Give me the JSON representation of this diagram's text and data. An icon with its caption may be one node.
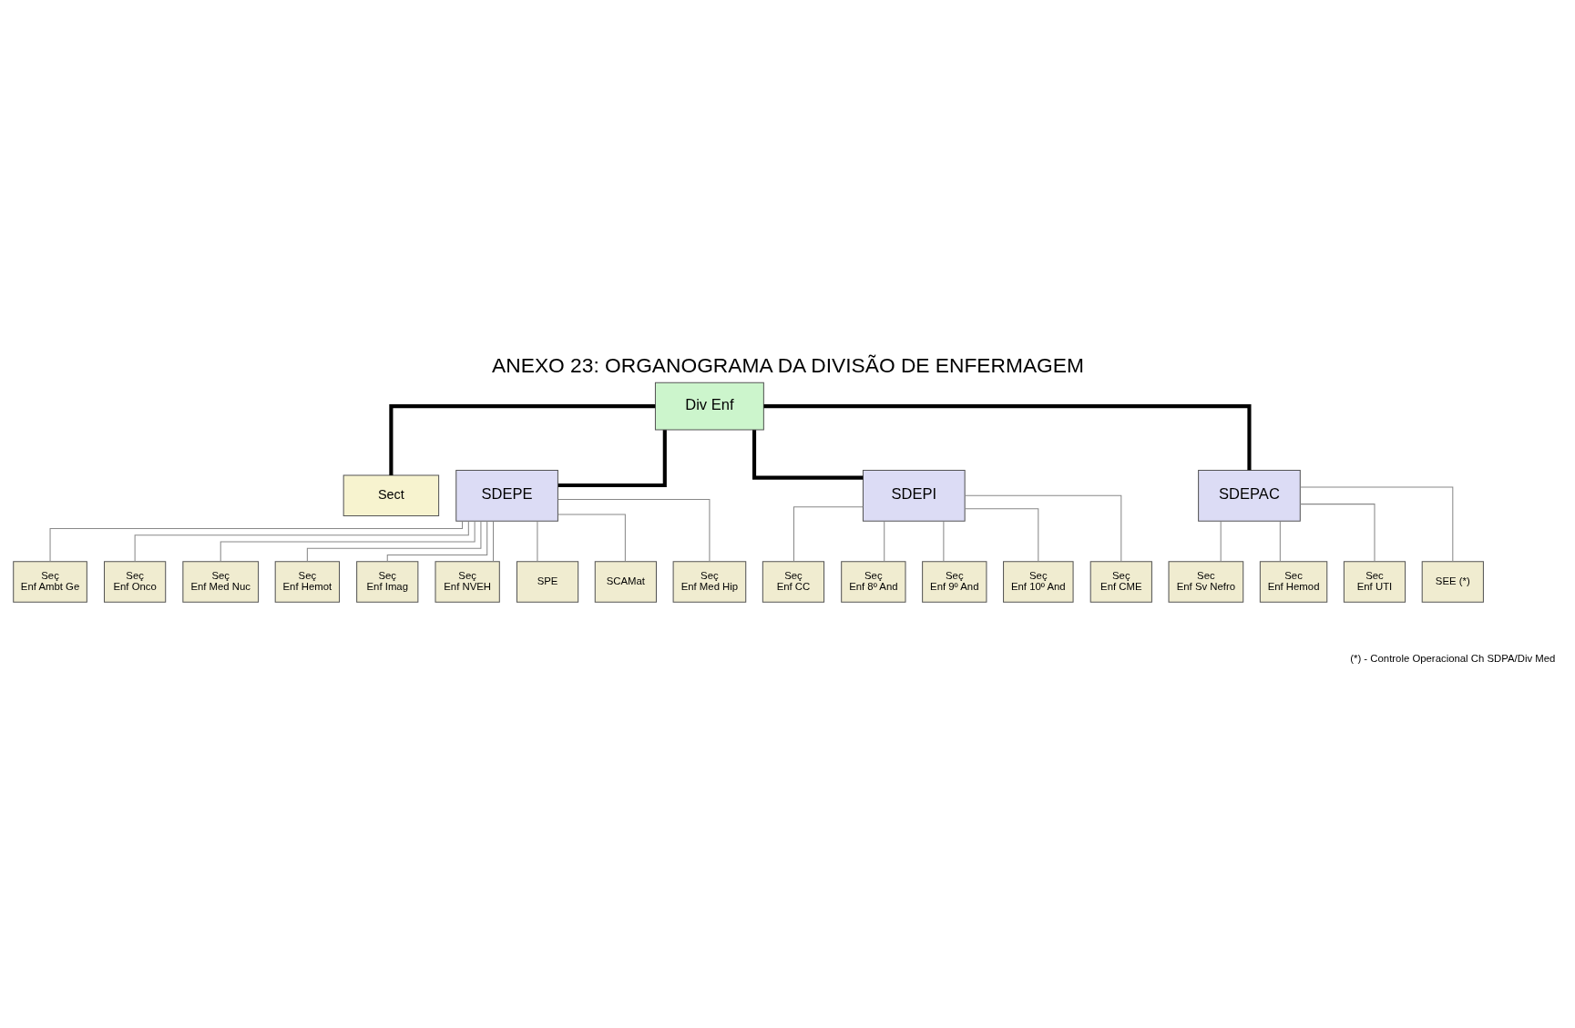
{
  "diagram": {
    "title": "ANEXO 23: ORGANOGRAMA DA DIVISÃO DE ENFERMAGEM",
    "nodes": [
      {
        "text": [
          "Div Enf"
        ]
      },
      {
        "text": [
          "Sect"
        ]
      },
      {
        "text": [
          "SDEPE"
        ]
      },
      {
        "text": [
          "SDEPI"
        ]
      },
      {
        "text": [
          "SDEPAC"
        ]
      },
      {
        "text": [
          "Seç Enf CC"
        ]
      },
      {
        "text": [
          "Seç Enf 8º And"
        ]
      },
      {
        "text": [
          "Seç Enf 9º And"
        ]
      },
      {
        "text": [
          "Seç Enf 10º And"
        ]
      },
      {
        "text": [
          "Seç Enf CME"
        ]
      },
      {
        "text": [
          "Sec Enf Sv Nefro"
        ]
      },
      {
        "text": [
          "Sec Enf Hemod"
        ]
      },
      {
        "text": [
          "Sec Enf UTI"
        ]
      },
      {
        "text": [
          "SEE (*)"
        ]
      },
      {
        "text": [
          "Seç Enf Ambt Ge"
        ]
      },
      {
        "text": [
          "Seç Enf Onco"
        ]
      },
      {
        "text": [
          "Seç Enf Med Nuc"
        ]
      },
      {
        "text": [
          "Seç Enf Hemot"
        ]
      },
      {
        "text": [
          "Seç Enf Imag"
        ]
      },
      {
        "text": [
          "Seç Enf NVEH"
        ]
      },
      {
        "text": [
          "SPE"
        ]
      },
      {
        "text": [
          "SCAMat"
        ]
      },
      {
        "text": [
          "Seç Enf Med Hip"
        ]
      }
    ],
    "edges": [
      {
        "from": 0,
        "to": 1,
        "arrow": "none",
        "style": "thick",
        "color": "#000000"
      },
      {
        "from": 0,
        "to": 2,
        "arrow": "none",
        "style": "thick",
        "color": "#000000"
      },
      {
        "from": 0,
        "to": 3,
        "arrow": "none",
        "style": "thick",
        "color": "#000000"
      },
      {
        "from": 0,
        "to": 4,
        "arrow": "none",
        "style": "thick",
        "color": "#000000"
      },
      {
        "from": 3,
        "to": 5,
        "arrow": "none"
      },
      {
        "from": 3,
        "to": 6,
        "arrow": "none"
      },
      {
        "from": 3,
        "to": 7,
        "arrow": "none"
      },
      {
        "from": 3,
        "to": 8,
        "arrow": "none"
      },
      {
        "from": 3,
        "to": 9,
        "arrow": "none"
      },
      {
        "from": 4,
        "to": 10,
        "arrow": "none"
      },
      {
        "from": 4,
        "to": 11,
        "arrow": "none"
      },
      {
        "from": 4,
        "to": 12,
        "arrow": "none"
      },
      {
        "from": 4,
        "to": 13,
        "arrow": "none"
      },
      {
        "from": 2,
        "to": 14,
        "arrow": "none"
      },
      {
        "from": 2,
        "to": 15,
        "arrow": "none"
      },
      {
        "from": 2,
        "to": 16,
        "arrow": "none"
      },
      {
        "from": 2,
        "to": 17,
        "arrow": "none"
      },
      {
        "from": 2,
        "to": 18,
        "arrow": "none"
      },
      {
        "from": 2,
        "to": 19,
        "arrow": "none"
      },
      {
        "from": 2,
        "to": 20,
        "arrow": "none"
      },
      {
        "from": 2,
        "to": 21,
        "arrow": "none"
      },
      {
        "from": 2,
        "to": 22,
        "arrow": "none"
      }
    ],
    "labels": [
      "(*) - Controle Operacional Ch SDPA/Div Med"
    ]
  }
}
